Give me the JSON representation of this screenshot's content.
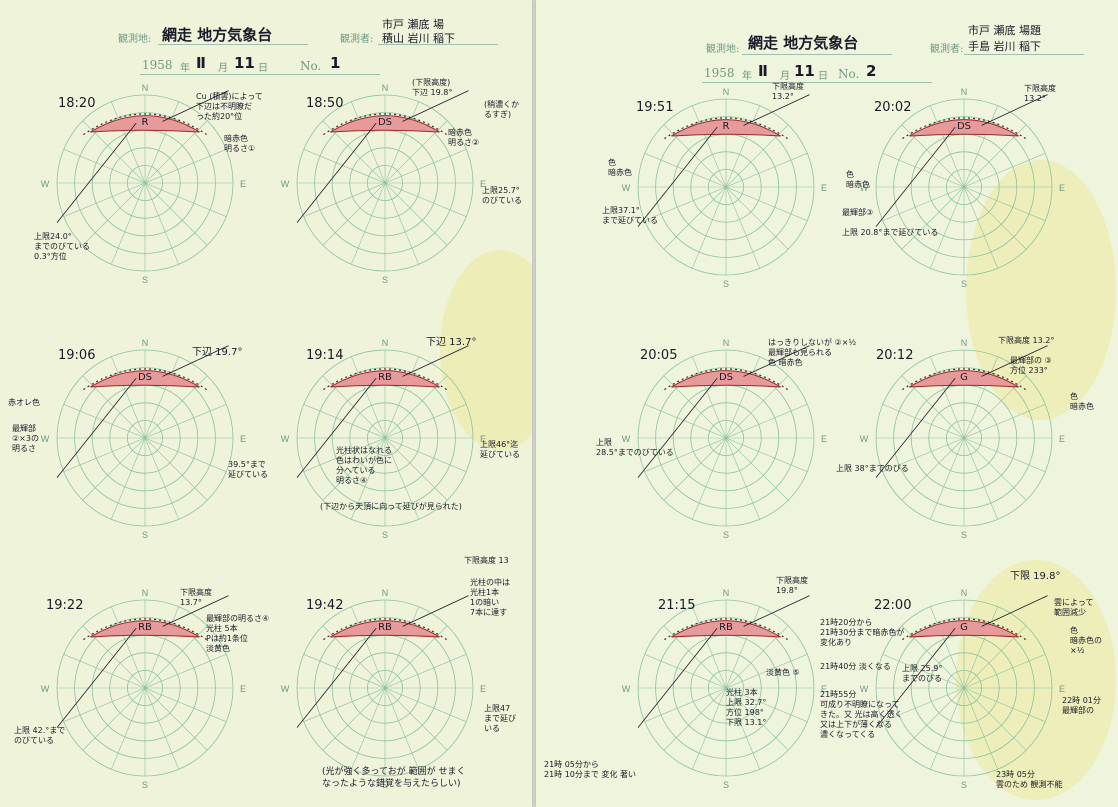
{
  "header_labels": {
    "site_label": "観測地:",
    "observer_label": "観測者:"
  },
  "sheets": [
    {
      "site": "網走 地方気象台",
      "observers_line1": "市戸 瀬底 場",
      "observers_line2": "積山 岩川 稲下",
      "date_year": "1958",
      "date_month": "Ⅱ",
      "date_day": "11",
      "sheet_no": "1",
      "panels": [
        {
          "time": "18:20",
          "label": "R",
          "notes": [
            "Cu (積雲)によって\n下辺は不明瞭だ\nった約20°位",
            "暗赤色\n明るさ①",
            "上限24.0°\nまでのびている\n0.3°方位"
          ]
        },
        {
          "time": "18:50",
          "label": "DS",
          "notes": [
            "(下限高度)\n下辺 19.8°",
            "暗赤色\n明るさ②",
            "(稍濃くか\nるすぎ)",
            "上限25.7°\nのびている"
          ]
        },
        {
          "time": "19:06",
          "label": "DS",
          "notes": [
            "下辺 19.7°",
            "赤オレ色",
            "最輝部\n②×3の\n明るさ",
            "39.5°まで\n延びている"
          ]
        },
        {
          "time": "19:14",
          "label": "RB",
          "notes": [
            "下辺 13.7°",
            "光柱状はなれる\n色はわいが色に\n分へている\n明るさ④",
            "(下辺から天頂に向って延びが見られた)",
            "上限46°迄\n延びている"
          ]
        },
        {
          "time": "19:22",
          "label": "RB",
          "notes": [
            "下限高度\n13.7°",
            "最輝部の明るさ④\n光柱 5本\nPは約1条位\n淡黄色",
            "上限 42.°まで\nのびている"
          ]
        },
        {
          "time": "19:42",
          "label": "RB",
          "notes": [
            "下限高度 13",
            "光柱の中は\n光柱1本\n1の暗い\n7本に達す",
            "上限47\nまで延び\nいる",
            "(光が強く多っておが 範囲が せまく\nなったような錯覚を与えたらしい)"
          ]
        }
      ]
    },
    {
      "site": "網走 地方気象台",
      "observers_line1": "市戸 瀬底 場題",
      "observers_line2": "手島 岩川 稲下",
      "date_year": "1958",
      "date_month": "Ⅱ",
      "date_day": "11",
      "sheet_no": "2",
      "panels": [
        {
          "time": "19:51",
          "label": "R",
          "notes": [
            "下限高度\n13.2°",
            "色\n暗赤色",
            "上限37.1°\nまで延びている"
          ]
        },
        {
          "time": "20:02",
          "label": "DS",
          "notes": [
            "下限高度\n13.2°",
            "色\n暗赤色",
            "最輝部③",
            "上限 20.8°まで延びている"
          ]
        },
        {
          "time": "20:05",
          "label": "DS",
          "notes": [
            "はっきりしないが ②×½\n最輝部も見られる\n色 暗赤色",
            "上限\n28.5°までのびている"
          ]
        },
        {
          "time": "20:12",
          "label": "G",
          "notes": [
            "下限高度 13.2°",
            "最輝部の ③\n方位 233°",
            "色\n暗赤色",
            "上限 38°までのびる"
          ]
        },
        {
          "time": "21:15",
          "label": "RB",
          "notes": [
            "下限高度\n19.8°",
            "淡黄色 ⑤",
            "光柱 3本\n上限 32.7°\n方位 198°\n下限 13.1°",
            "21時20分から\n21時30分まで暗赤色が\n変化あり",
            "21時40分 淡くなる",
            "21時55分\n可成り不明瞭になって\nきた。又 光は高く透く\n又は上下が薄くなる\n濃くなってくる",
            "21時 05分から\n21時 10分まで 変化 著い"
          ]
        },
        {
          "time": "22:00",
          "label": "G",
          "notes": [
            "下限 19.8°",
            "雲によって\n範囲減少",
            "色\n暗赤色の\n×½",
            "上限 25.9°\nまでのびる",
            "22時 01分\n最輝部の",
            "23時 05分\n雲のため 観測不能"
          ]
        }
      ]
    }
  ],
  "compass": {
    "n": "N",
    "s": "S",
    "e": "E",
    "w": "W"
  }
}
